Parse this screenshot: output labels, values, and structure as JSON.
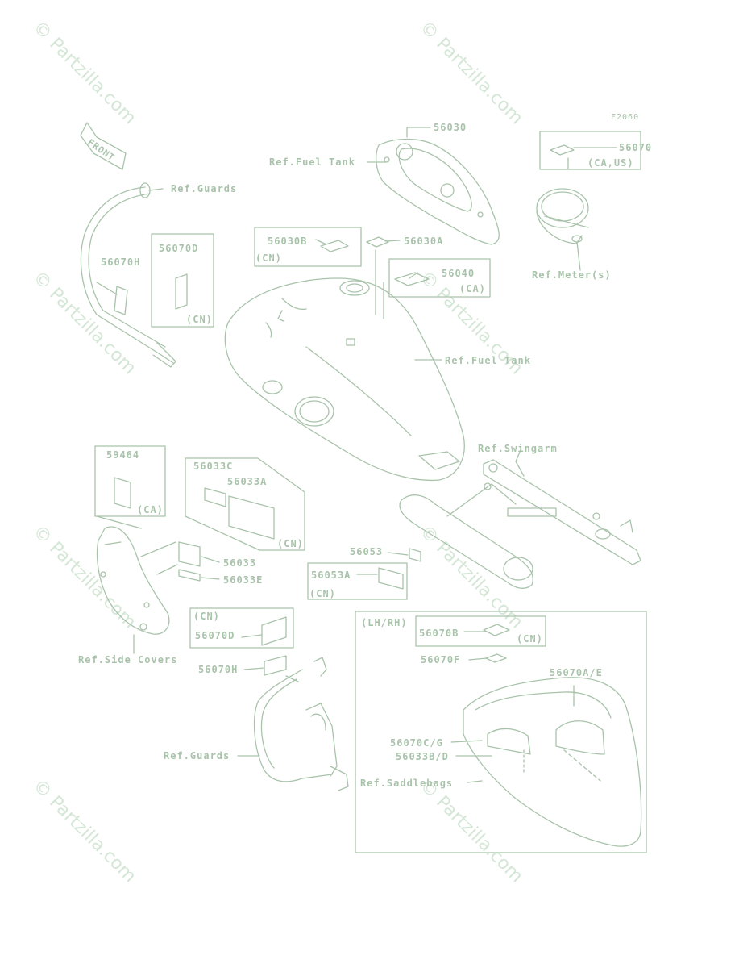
{
  "diagram": {
    "code": "F2060",
    "watermark": "© Partzilla.com",
    "front_label": "FRONT",
    "labels": {
      "p56030": "56030",
      "ref_fuel_tank_top": "Ref.Fuel Tank",
      "p56070": "56070",
      "ca_us": "(CA,US)",
      "ref_guards_top": "Ref.Guards",
      "p56070d_top": "56070D",
      "cn_56070d": "(CN)",
      "p56070h_left": "56070H",
      "p56030b": "56030B",
      "cn_56030b": "(CN)",
      "p56030a": "56030A",
      "p56040": "56040",
      "ca_56040": "(CA)",
      "ref_meters": "Ref.Meter(s)",
      "ref_fuel_tank_main": "Ref.Fuel Tank",
      "ref_swingarm": "Ref.Swingarm",
      "p59464": "59464",
      "ca_59464": "(CA)",
      "p56033c": "56033C",
      "p56033a": "56033A",
      "cn_56033": "(CN)",
      "p56033": "56033",
      "p56033e": "56033E",
      "p56053": "56053",
      "p56053a": "56053A",
      "cn_56053a": "(CN)",
      "cn_56070d_box": "(CN)",
      "p56070d_box": "56070D",
      "ref_side_covers": "Ref.Side Covers",
      "p56070h_bottom": "56070H",
      "ref_guards_bottom": "Ref.Guards",
      "lh_rh": "(LH/RH)",
      "p56070b": "56070B",
      "cn_56070b": "(CN)",
      "p56070f": "56070F",
      "p56070ae": "56070A/E",
      "p56070cg": "56070C/G",
      "p56033bd": "56033B/D",
      "ref_saddlebags": "Ref.Saddlebags"
    },
    "colors": {
      "line": "#a9c3ab",
      "watermark": "#d4e6d5",
      "background": "#ffffff"
    }
  }
}
